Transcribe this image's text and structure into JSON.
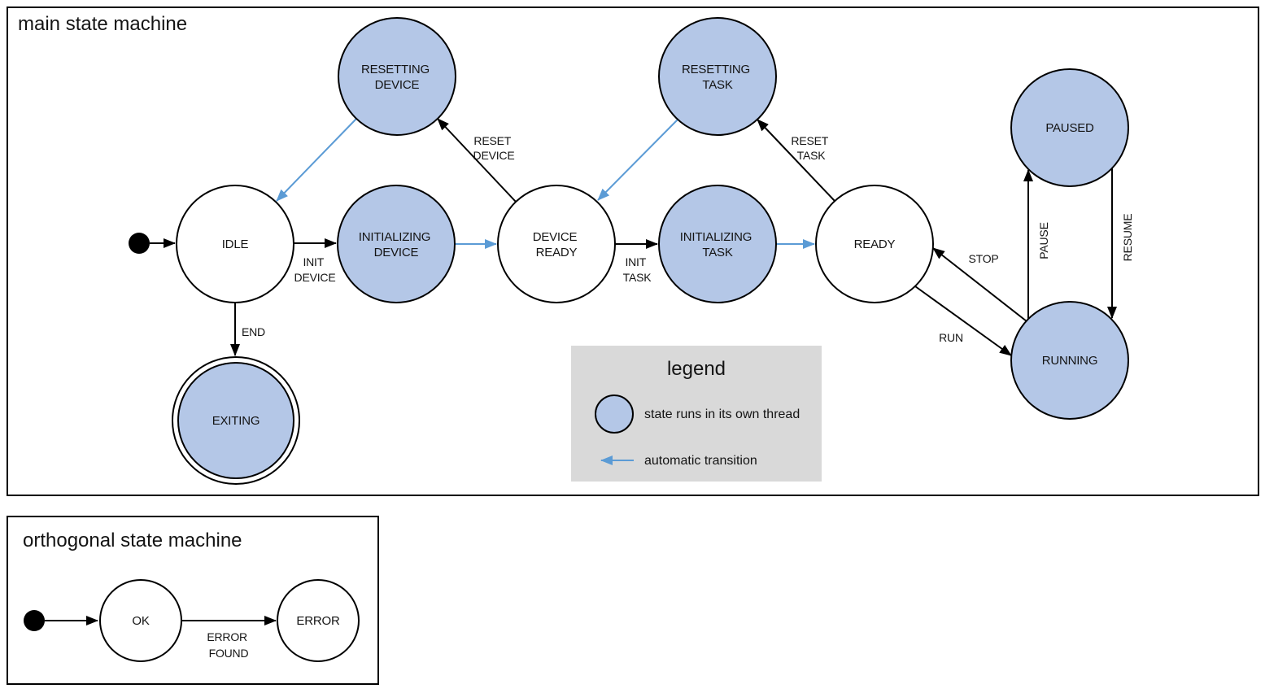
{
  "main": {
    "title": "main state machine",
    "states": {
      "idle": "IDLE",
      "resetting_device": [
        "RESETTING",
        "DEVICE"
      ],
      "initializing_device": [
        "INITIALIZING",
        "DEVICE"
      ],
      "device_ready": [
        "DEVICE",
        "READY"
      ],
      "resetting_task": [
        "RESETTING",
        "TASK"
      ],
      "initializing_task": [
        "INITIALIZING",
        "TASK"
      ],
      "ready": "READY",
      "paused": "PAUSED",
      "running": "RUNNING",
      "exiting": "EXITING"
    },
    "transitions": {
      "init_device": [
        "INIT",
        "DEVICE"
      ],
      "reset_device": [
        "RESET",
        "DEVICE"
      ],
      "init_task": [
        "INIT",
        "TASK"
      ],
      "reset_task": [
        "RESET",
        "TASK"
      ],
      "end": "END",
      "stop": "STOP",
      "run": "RUN",
      "pause": "PAUSE",
      "resume": "RESUME"
    },
    "connections": [
      {
        "from": "initial",
        "to": "IDLE",
        "label": "",
        "type": "manual"
      },
      {
        "from": "IDLE",
        "to": "INITIALIZING DEVICE",
        "label": "INIT DEVICE",
        "type": "manual"
      },
      {
        "from": "INITIALIZING DEVICE",
        "to": "DEVICE READY",
        "label": "",
        "type": "automatic"
      },
      {
        "from": "DEVICE READY",
        "to": "RESETTING DEVICE",
        "label": "RESET DEVICE",
        "type": "manual"
      },
      {
        "from": "RESETTING DEVICE",
        "to": "IDLE",
        "label": "",
        "type": "automatic"
      },
      {
        "from": "DEVICE READY",
        "to": "INITIALIZING TASK",
        "label": "INIT TASK",
        "type": "manual"
      },
      {
        "from": "INITIALIZING TASK",
        "to": "READY",
        "label": "",
        "type": "automatic"
      },
      {
        "from": "READY",
        "to": "RESETTING TASK",
        "label": "RESET TASK",
        "type": "manual"
      },
      {
        "from": "RESETTING TASK",
        "to": "DEVICE READY",
        "label": "",
        "type": "automatic"
      },
      {
        "from": "READY",
        "to": "RUNNING",
        "label": "RUN",
        "type": "manual"
      },
      {
        "from": "RUNNING",
        "to": "READY",
        "label": "STOP",
        "type": "manual"
      },
      {
        "from": "RUNNING",
        "to": "PAUSED",
        "label": "PAUSE",
        "type": "manual"
      },
      {
        "from": "PAUSED",
        "to": "RUNNING",
        "label": "RESUME",
        "type": "manual"
      },
      {
        "from": "IDLE",
        "to": "EXITING",
        "label": "END",
        "type": "manual"
      }
    ],
    "thread_states": [
      "RESETTING DEVICE",
      "INITIALIZING DEVICE",
      "RESETTING TASK",
      "INITIALIZING TASK",
      "PAUSED",
      "RUNNING",
      "EXITING"
    ],
    "final_state": "EXITING"
  },
  "legend": {
    "title": "legend",
    "items": [
      {
        "swatch": "thread-state-circle",
        "label": "state runs in its own thread"
      },
      {
        "swatch": "automatic-transition-arrow",
        "label": "automatic transition"
      }
    ]
  },
  "orthogonal": {
    "title": "orthogonal state machine",
    "states": {
      "ok": "OK",
      "error": "ERROR"
    },
    "transitions": {
      "error_found": [
        "ERROR",
        "FOUND"
      ]
    },
    "connections": [
      {
        "from": "initial",
        "to": "OK",
        "label": "",
        "type": "manual"
      },
      {
        "from": "OK",
        "to": "ERROR",
        "label": "ERROR FOUND",
        "type": "manual"
      }
    ]
  },
  "colors": {
    "thread_state_fill": "#b4c7e7",
    "automatic_transition": "#5b9bd5",
    "legend_background": "#d9d9d9",
    "outline": "#000000",
    "background": "#ffffff"
  }
}
